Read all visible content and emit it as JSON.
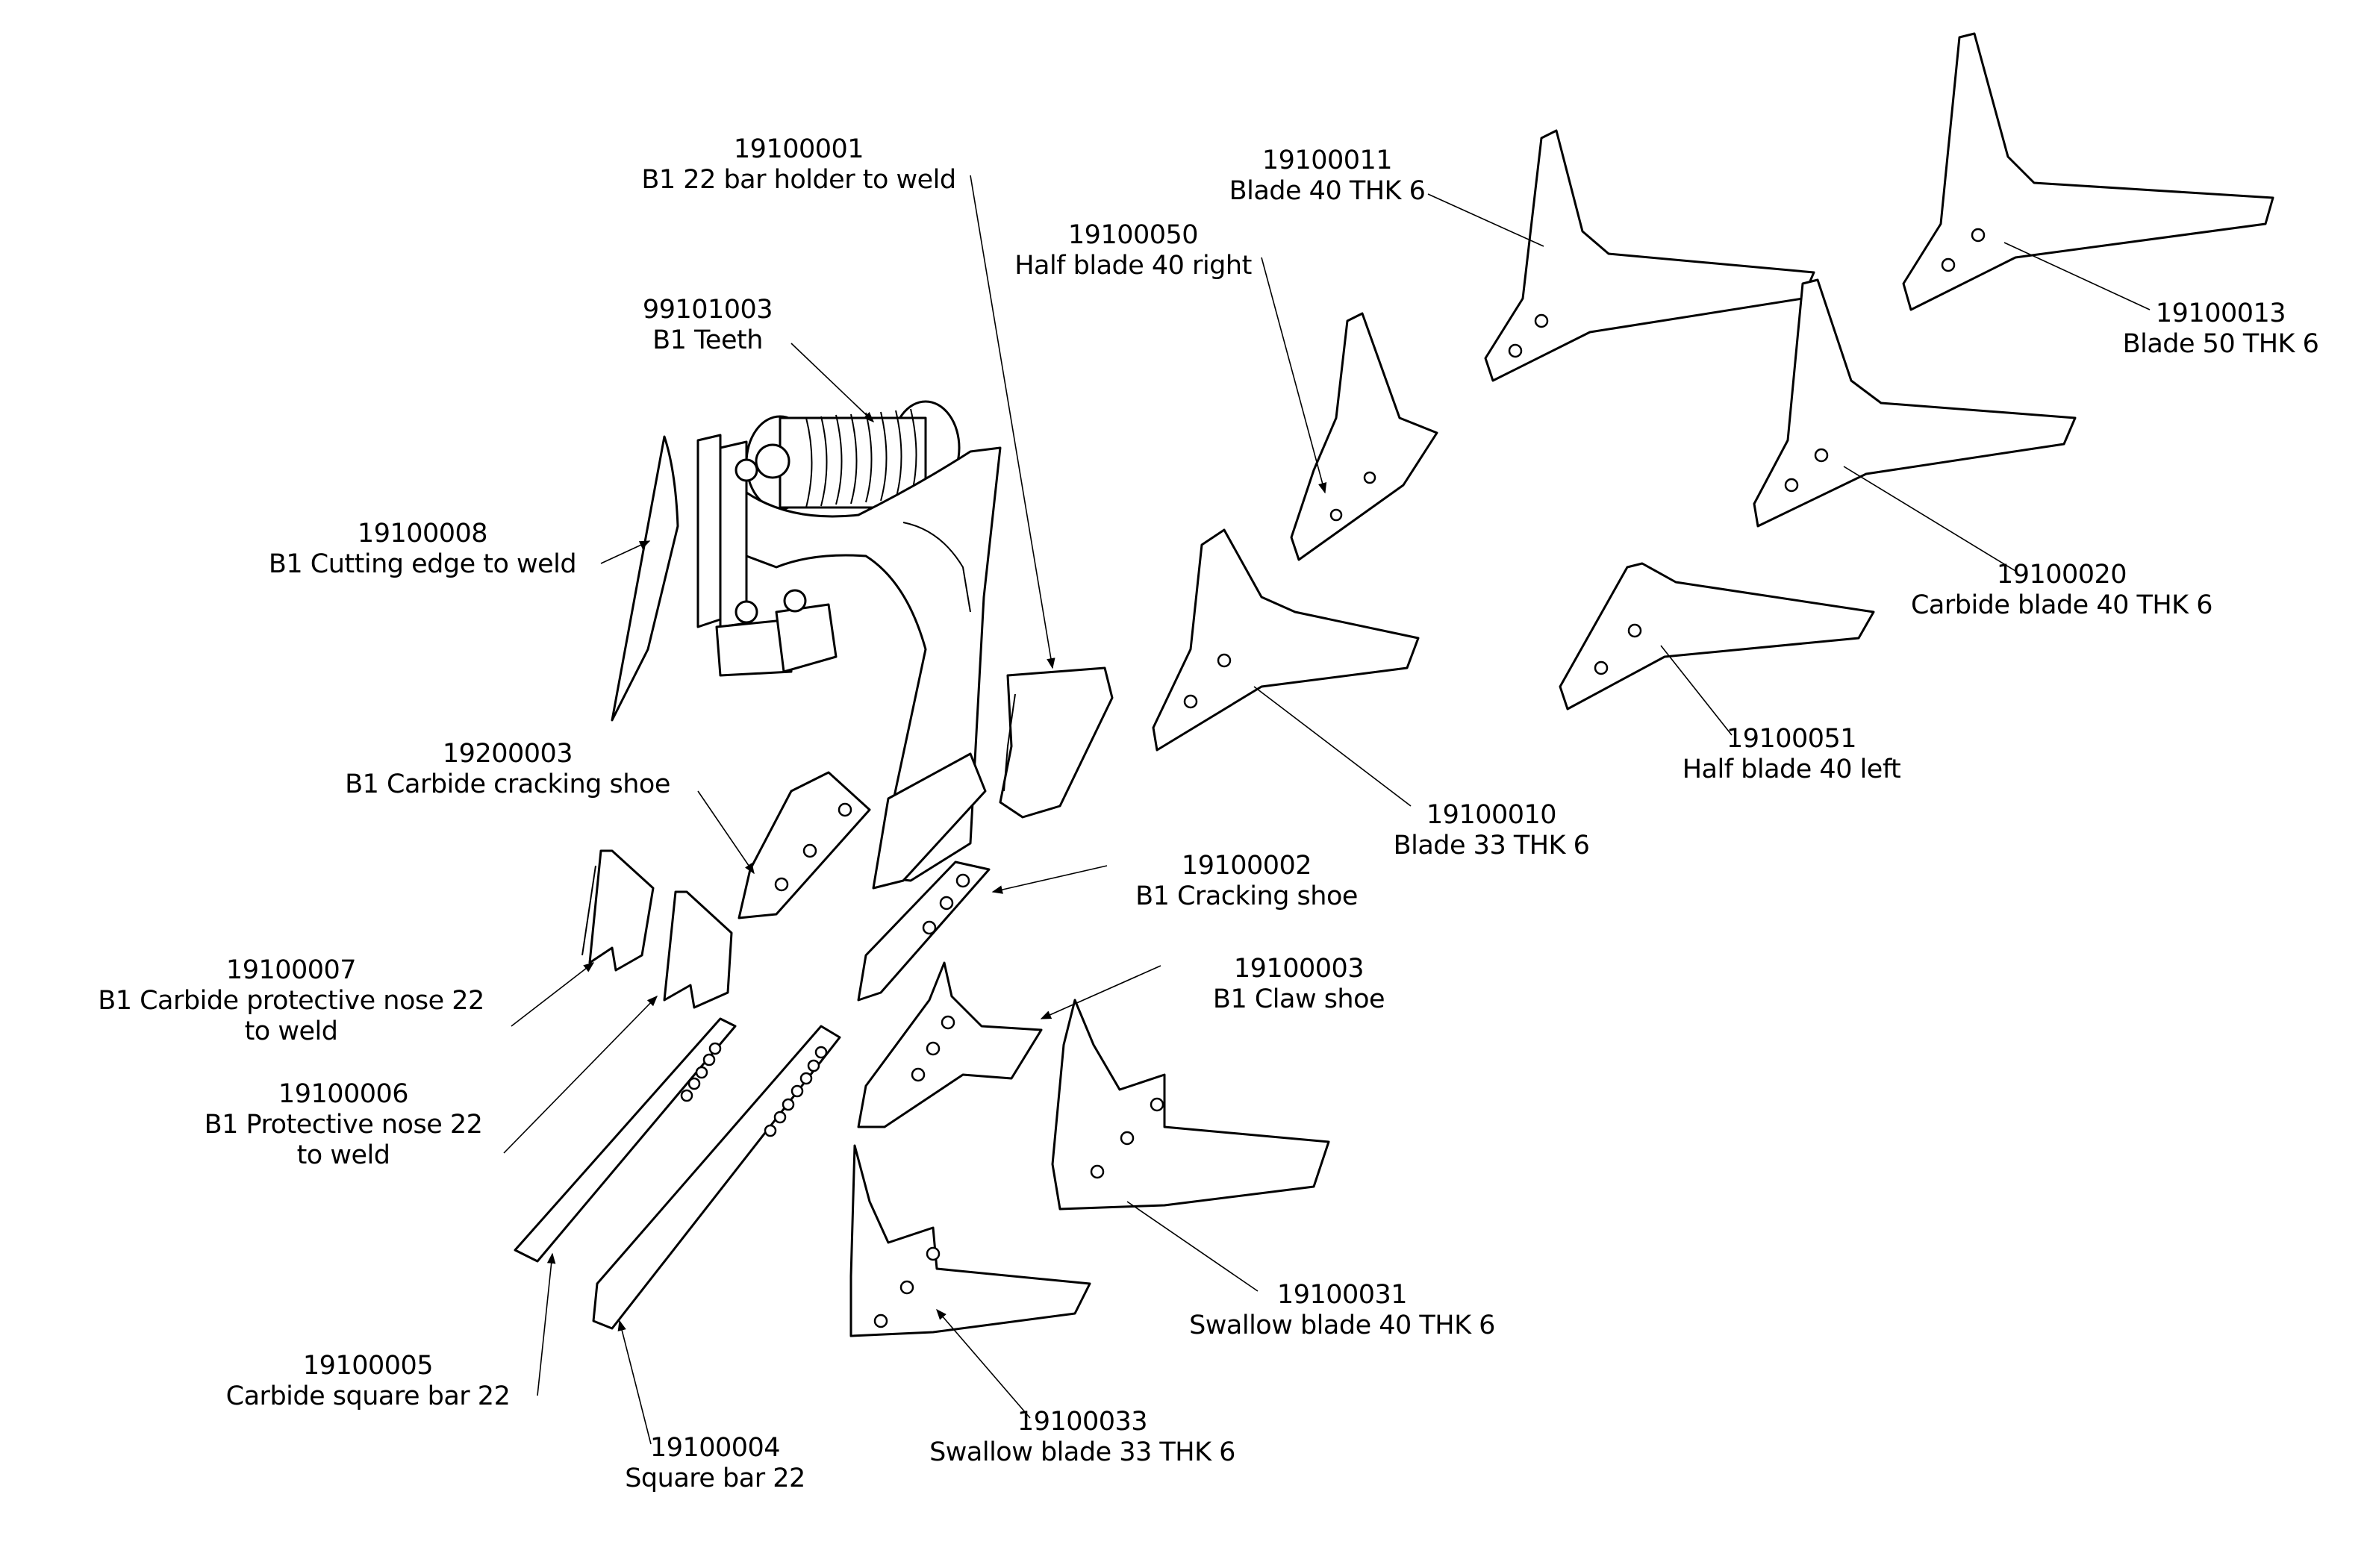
{
  "diagram": {
    "type": "exploded-assembly-drawing",
    "colors": {
      "line": "#000000",
      "background": "#ffffff"
    },
    "callouts": [
      {
        "id": "c-19100001",
        "part_number": "19100001",
        "lines": [
          "B1 22 bar holder to weld"
        ]
      },
      {
        "id": "c-99101003",
        "part_number": "99101003",
        "lines": [
          "B1 Teeth"
        ]
      },
      {
        "id": "c-19100050",
        "part_number": "19100050",
        "lines": [
          "Half blade 40 right"
        ]
      },
      {
        "id": "c-19100011",
        "part_number": "19100011",
        "lines": [
          "Blade 40 THK 6"
        ]
      },
      {
        "id": "c-19100013",
        "part_number": "19100013",
        "lines": [
          "Blade 50 THK 6"
        ]
      },
      {
        "id": "c-19100008",
        "part_number": "19100008",
        "lines": [
          "B1 Cutting edge to weld"
        ]
      },
      {
        "id": "c-19100020",
        "part_number": "19100020",
        "lines": [
          "Carbide blade 40 THK 6"
        ]
      },
      {
        "id": "c-19100051",
        "part_number": "19100051",
        "lines": [
          "Half blade 40 left"
        ]
      },
      {
        "id": "c-19200003",
        "part_number": "19200003",
        "lines": [
          "B1 Carbide cracking shoe"
        ]
      },
      {
        "id": "c-19100010",
        "part_number": "19100010",
        "lines": [
          "Blade 33 THK 6"
        ]
      },
      {
        "id": "c-19100002",
        "part_number": "19100002",
        "lines": [
          "B1 Cracking shoe"
        ]
      },
      {
        "id": "c-19100003",
        "part_number": "19100003",
        "lines": [
          "B1 Claw shoe"
        ]
      },
      {
        "id": "c-19100007",
        "part_number": "19100007",
        "lines": [
          "B1 Carbide protective nose 22",
          "to weld"
        ]
      },
      {
        "id": "c-19100006",
        "part_number": "19100006",
        "lines": [
          "B1 Protective nose 22",
          "to weld"
        ]
      },
      {
        "id": "c-19100031",
        "part_number": "19100031",
        "lines": [
          "Swallow blade 40 THK 6"
        ]
      },
      {
        "id": "c-19100005",
        "part_number": "19100005",
        "lines": [
          "Carbide square bar 22"
        ]
      },
      {
        "id": "c-19100004",
        "part_number": "19100004",
        "lines": [
          "Square bar 22"
        ]
      },
      {
        "id": "c-19100033",
        "part_number": "19100033",
        "lines": [
          "Swallow blade 33 THK 6"
        ]
      }
    ]
  }
}
